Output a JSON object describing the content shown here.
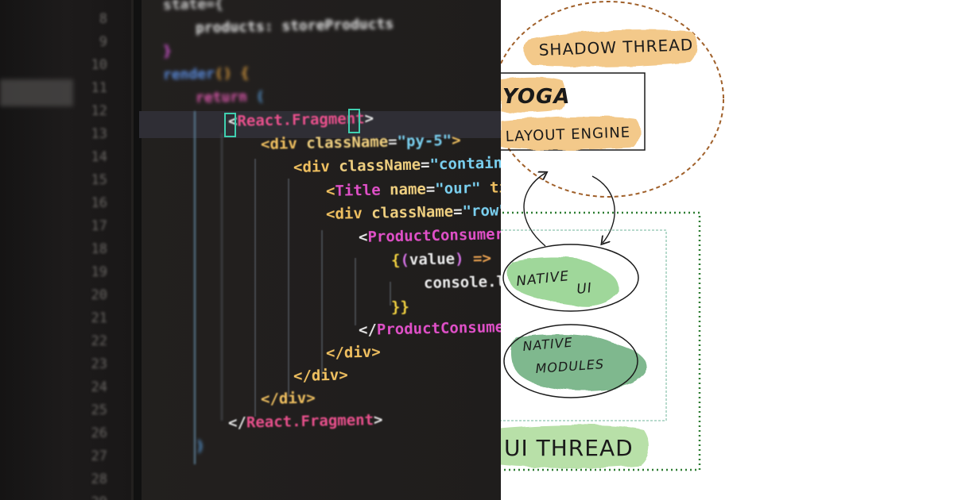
{
  "code_panel": {
    "line_numbers": [
      "8",
      "9",
      "10",
      "11",
      "12",
      "13",
      "14",
      "15",
      "16",
      "17",
      "18",
      "19",
      "20",
      "21",
      "22",
      "23",
      "24",
      "25",
      "26",
      "27",
      "28",
      "29"
    ],
    "lines": [
      {
        "indent": 0,
        "tokens": [
          {
            "t": "state={",
            "c": "#cfcfcf"
          }
        ]
      },
      {
        "indent": 1,
        "tokens": [
          {
            "t": "products: ",
            "c": "#e8e8e8"
          },
          {
            "t": "storeProducts",
            "c": "#e8e8e8"
          }
        ]
      },
      {
        "indent": 0,
        "tokens": [
          {
            "t": "}",
            "c": "#e05ae0"
          }
        ]
      },
      {
        "indent": 0,
        "tokens": [
          {
            "t": "render",
            "c": "#5b8de0"
          },
          {
            "t": "() {",
            "c": "#e0a040"
          }
        ]
      },
      {
        "indent": 1,
        "tokens": [
          {
            "t": "return",
            "c": "#e05ab0"
          },
          {
            "t": " (",
            "c": "#5aa0e0"
          }
        ]
      },
      {
        "indent": 2,
        "tokens": [
          {
            "t": "<",
            "c": "#e8e8e8"
          },
          {
            "t": "React.Fragment",
            "c": "#e8508c"
          },
          {
            "t": ">",
            "c": "#e8e8e8"
          }
        ]
      },
      {
        "indent": 3,
        "tokens": [
          {
            "t": "<div ",
            "c": "#f0c060"
          },
          {
            "t": "className",
            "c": "#f0d080"
          },
          {
            "t": "=",
            "c": "#e8e8e8"
          },
          {
            "t": "\"py-5\"",
            "c": "#7ad0f0"
          },
          {
            "t": ">",
            "c": "#f0c060"
          }
        ]
      },
      {
        "indent": 4,
        "tokens": [
          {
            "t": "<div ",
            "c": "#f0c060"
          },
          {
            "t": "className",
            "c": "#f0d080"
          },
          {
            "t": "=",
            "c": "#e8e8e8"
          },
          {
            "t": "\"container\">",
            "c": "#7ad0f0"
          }
        ]
      },
      {
        "indent": 5,
        "tokens": [
          {
            "t": "<",
            "c": "#f0c060"
          },
          {
            "t": "Title ",
            "c": "#e050c8"
          },
          {
            "t": "name",
            "c": "#f0d080"
          },
          {
            "t": "=",
            "c": "#e8e8e8"
          },
          {
            "t": "\"our\" ",
            "c": "#7ad0f0"
          },
          {
            "t": "title=\"products\"",
            "c": "#f0c060"
          }
        ]
      },
      {
        "indent": 5,
        "tokens": [
          {
            "t": "<div ",
            "c": "#f0c060"
          },
          {
            "t": "className",
            "c": "#f0d080"
          },
          {
            "t": "=",
            "c": "#e8e8e8"
          },
          {
            "t": "\"row\">",
            "c": "#7ad0f0"
          }
        ]
      },
      {
        "indent": 6,
        "tokens": [
          {
            "t": "<",
            "c": "#e8e8e8"
          },
          {
            "t": "ProductConsumer>",
            "c": "#e050c8"
          }
        ]
      },
      {
        "indent": 7,
        "tokens": [
          {
            "t": "{",
            "c": "#f0d040"
          },
          {
            "t": "(",
            "c": "#d070e0"
          },
          {
            "t": "value",
            "c": "#e8e8e8"
          },
          {
            "t": ")",
            "c": "#d070e0"
          },
          {
            "t": " => {",
            "c": "#e8a050"
          }
        ]
      },
      {
        "indent": 8,
        "tokens": [
          {
            "t": "console.log(value)",
            "c": "#e8e8e8"
          }
        ]
      },
      {
        "indent": 7,
        "tokens": [
          {
            "t": "}}",
            "c": "#f0d040"
          }
        ]
      },
      {
        "indent": 6,
        "tokens": [
          {
            "t": "</",
            "c": "#e8e8e8"
          },
          {
            "t": "ProductConsumer>",
            "c": "#e050c8"
          }
        ]
      },
      {
        "indent": 5,
        "tokens": [
          {
            "t": "</div>",
            "c": "#f0c060"
          }
        ]
      },
      {
        "indent": 4,
        "tokens": [
          {
            "t": "</div>",
            "c": "#f0c060"
          }
        ]
      },
      {
        "indent": 3,
        "tokens": [
          {
            "t": "</div>",
            "c": "#f0c060"
          }
        ]
      },
      {
        "indent": 2,
        "tokens": [
          {
            "t": "</",
            "c": "#e8e8e8"
          },
          {
            "t": "React.Fragment",
            "c": "#e8508c"
          },
          {
            "t": ">",
            "c": "#e8e8e8"
          }
        ]
      },
      {
        "indent": 1,
        "tokens": [
          {
            "t": ")",
            "c": "#5aa0e0"
          }
        ]
      }
    ]
  },
  "diagram": {
    "shadow_thread_label": "SHADOW THREAD",
    "yoga_label": "YOGA",
    "layout_engine_label": "LAYOUT ENGINE",
    "native_ui_label_line1": "NATIVE",
    "native_ui_label_line2": "UI",
    "native_modules_label_line1": "NATIVE",
    "native_modules_label_line2": "MODULES",
    "ui_thread_label": "UI THREAD",
    "colors": {
      "shadow_highlight": "#f3c98a",
      "native_ui_highlight": "#9fd79a",
      "native_modules_highlight": "#7fb88e",
      "ui_thread_highlight": "#b8e0a8",
      "dashed_oval": "#a0602a",
      "dotted_box": "#2e7d32",
      "inner_box": "#6fb59a"
    }
  }
}
